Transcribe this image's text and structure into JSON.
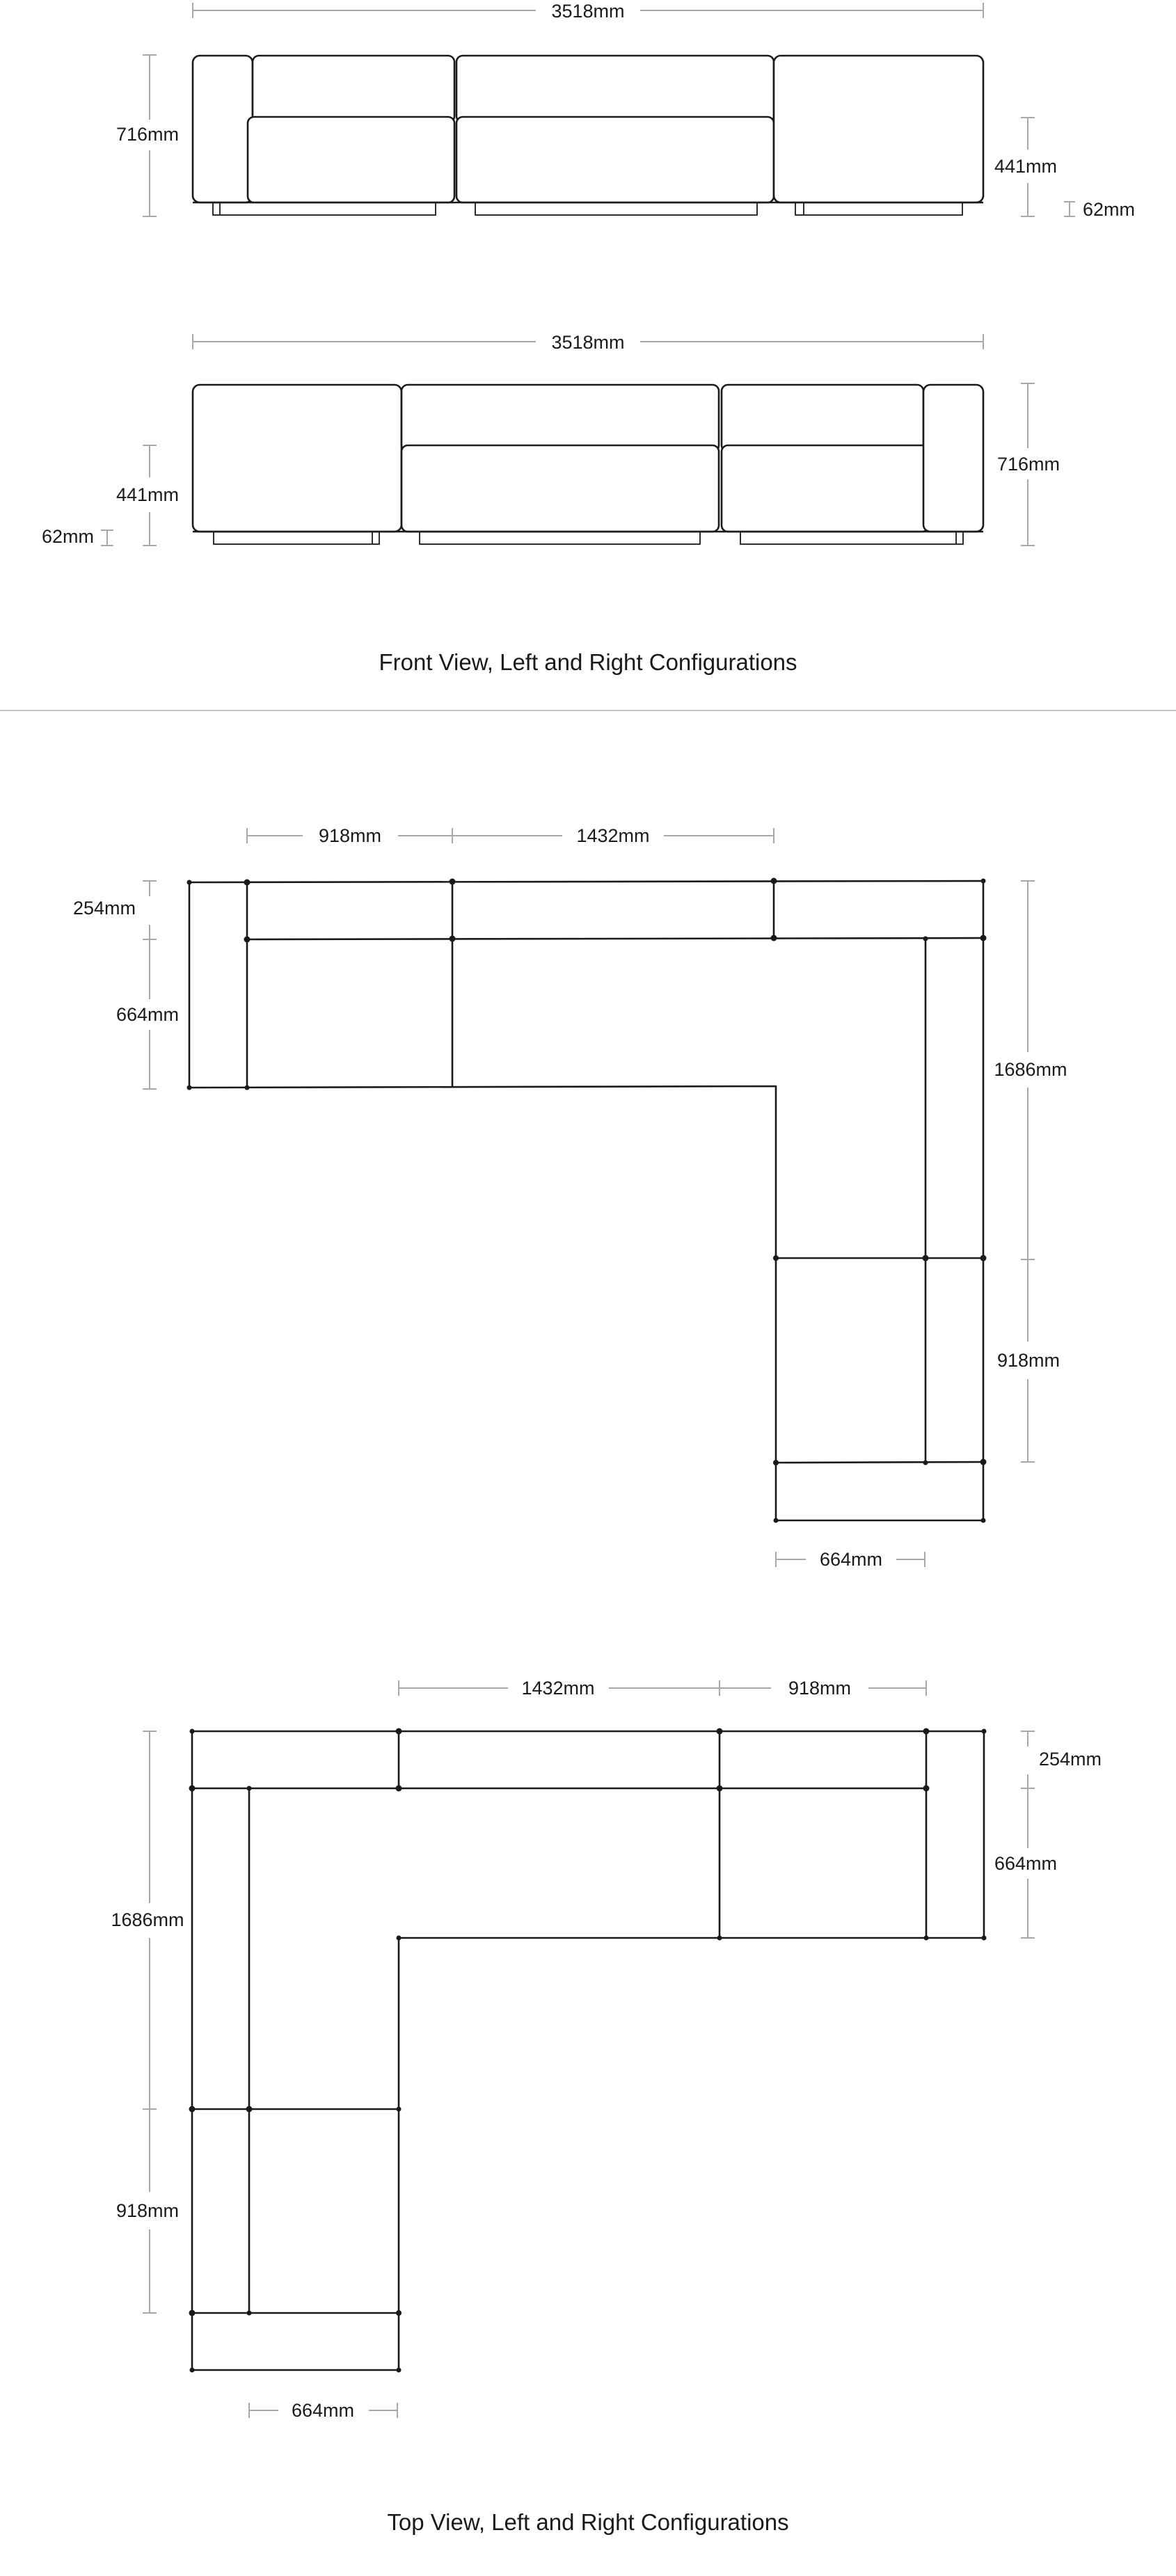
{
  "front": {
    "left_config": {
      "width": "3518mm",
      "height": "716mm",
      "seat_height": "441mm",
      "leg_height": "62mm"
    },
    "right_config": {
      "width": "3518mm",
      "height": "716mm",
      "seat_height": "441mm",
      "leg_height": "62mm"
    },
    "caption": "Front View, Left and Right Configurations"
  },
  "top": {
    "left_config": {
      "segment_a": "918mm",
      "segment_b": "1432mm",
      "back_depth": "254mm",
      "seat_depth": "664mm",
      "total_depth": "1686mm",
      "chaise_length": "918mm",
      "chaise_width": "664mm"
    },
    "right_config": {
      "segment_a": "1432mm",
      "segment_b": "918mm",
      "back_depth": "254mm",
      "seat_depth": "664mm",
      "total_depth": "1686mm",
      "chaise_length": "918mm",
      "chaise_width": "664mm"
    },
    "caption": "Top View, Left and Right Configurations"
  },
  "colors": {
    "line": "#1a1a1a",
    "dimension": "#a8a8a8",
    "divider": "#c8c8c8",
    "background": "#ffffff"
  }
}
